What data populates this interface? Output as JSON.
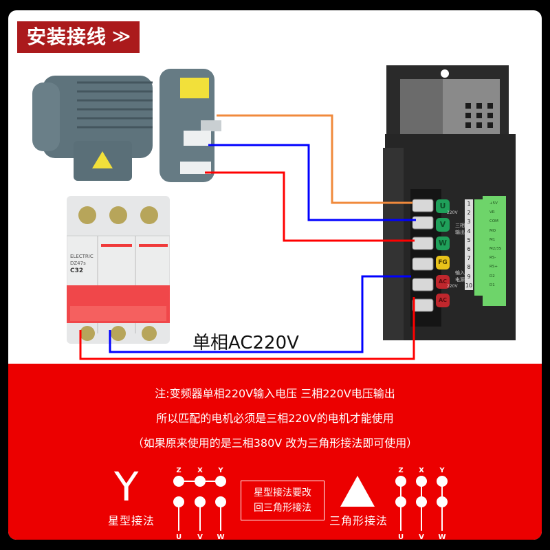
{
  "header": {
    "title": "安装接线",
    "chevron_icon": "double-chevron-down-icon"
  },
  "motor": {
    "label": "gear-motor",
    "color": "#5b6f78"
  },
  "breaker": {
    "brand": "ELECTRIC",
    "model": "DZ47s",
    "rating": "C32",
    "color_handle": "#f0474a"
  },
  "controller": {
    "power_terminals": [
      {
        "label": "U",
        "color": "#1fa05a"
      },
      {
        "label": "V",
        "color": "#1fa05a"
      },
      {
        "label": "W",
        "color": "#1fa05a"
      },
      {
        "label": "FG",
        "color": "#e8c21a"
      },
      {
        "label": "AC",
        "color": "#c0272d"
      },
      {
        "label": "AC",
        "color": "#c0272d"
      }
    ],
    "output_label": {
      "voltage": "220V",
      "line1": "三相",
      "line2": "输出"
    },
    "input_label": {
      "line1": "输入",
      "line2": "电源",
      "voltage": "220V"
    },
    "signal_numbers": [
      "1",
      "2",
      "3",
      "4",
      "5",
      "6",
      "7",
      "8",
      "9",
      "10"
    ],
    "signal_labels": [
      "+5V",
      "VR",
      "COM",
      "MO",
      "M1",
      "M2/3S",
      "RS-",
      "RS+",
      "D2",
      "D1"
    ]
  },
  "wiring": {
    "supply_label": "单相AC220V",
    "colors": {
      "orange": "#f08a3c",
      "blue": "#0000ff",
      "red": "#ff0000"
    }
  },
  "notes": {
    "line1": "注:变频器单相220V输入电压 三相220V电压输出",
    "line2": "所以匹配的电机必须是三相220V的电机才能使用",
    "line3": "（如果原来使用的是三相380V 改为三角形接法即可使用）"
  },
  "star": {
    "symbol": "Y",
    "caption": "星型接法",
    "top_terminals": [
      "Z",
      "X",
      "Y"
    ],
    "bottom_terminals": [
      "U",
      "V",
      "W"
    ]
  },
  "hint_box": {
    "line1": "星型接法要改",
    "line2": "回三角形接法"
  },
  "delta": {
    "caption": "三角形接法",
    "top_terminals": [
      "Z",
      "X",
      "Y"
    ],
    "bottom_terminals": [
      "U",
      "V",
      "W"
    ]
  }
}
